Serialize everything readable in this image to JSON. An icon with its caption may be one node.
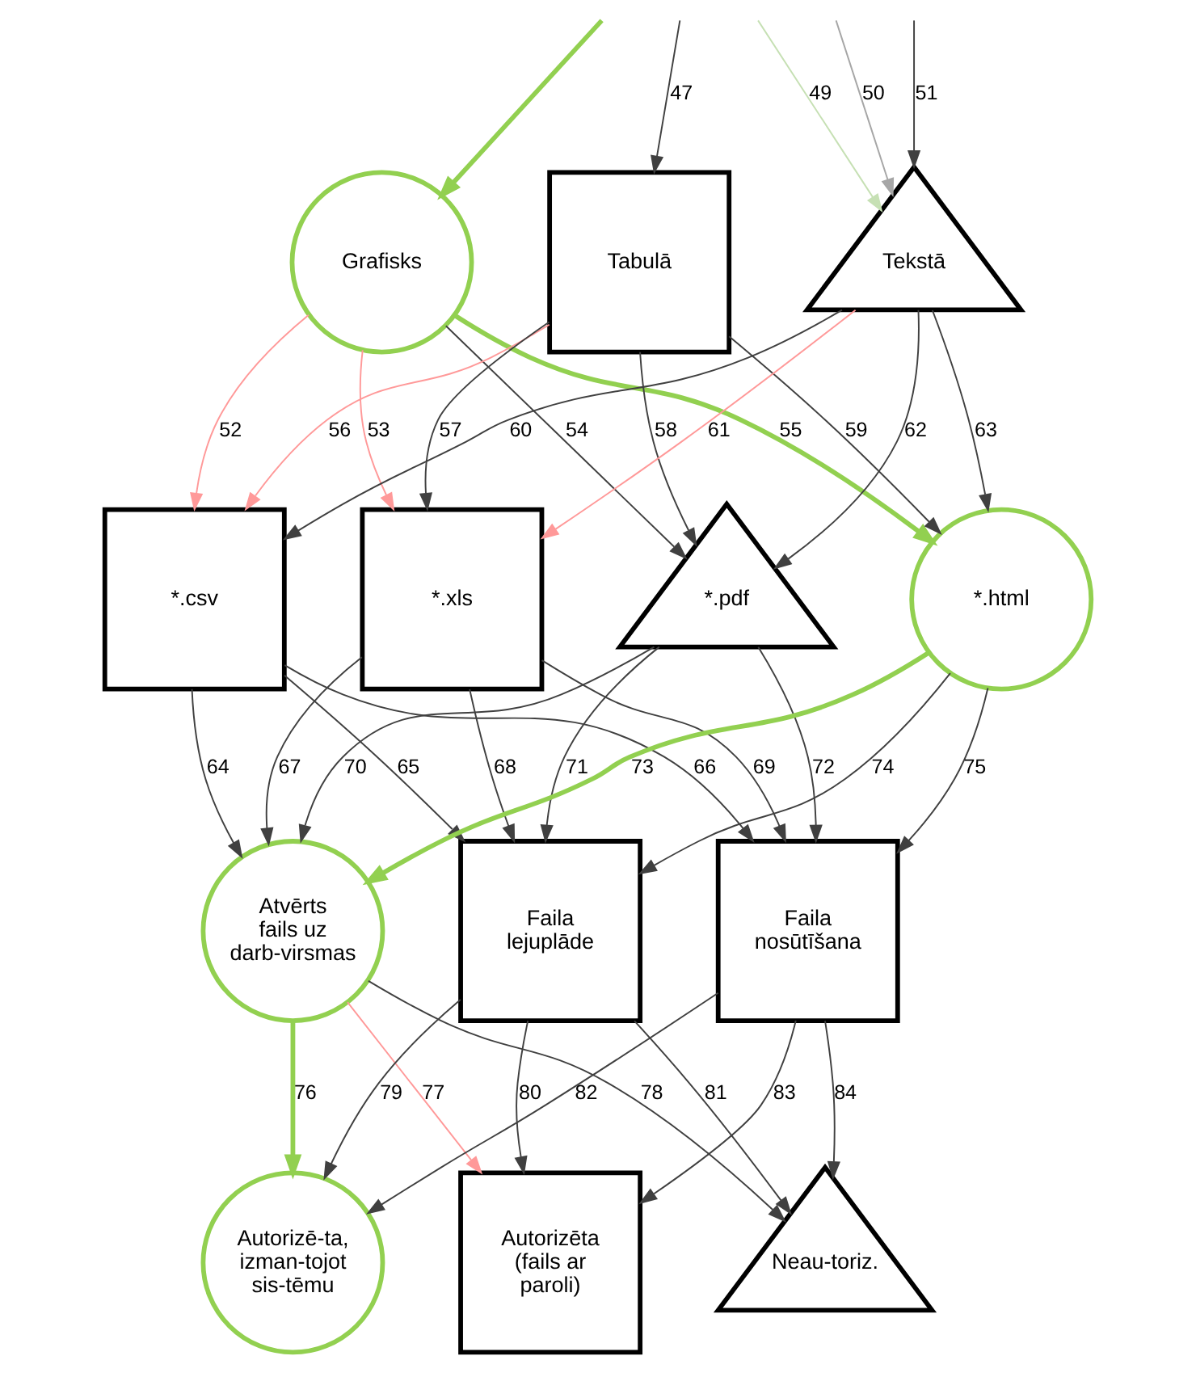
{
  "diagram": {
    "nodes": [
      {
        "text": [
          "Grafisks"
        ]
      },
      {
        "text": [
          "Tabulā"
        ]
      },
      {
        "text": [
          "Tekstā"
        ]
      },
      {
        "text": [
          "*.csv"
        ]
      },
      {
        "text": [
          "*.xls"
        ]
      },
      {
        "text": [
          "*.pdf"
        ]
      },
      {
        "text": [
          "*.html"
        ]
      },
      {
        "text": [
          "Atvērts fails uz darb-virsmas"
        ]
      },
      {
        "text": [
          "Faila lejuplāde"
        ]
      },
      {
        "text": [
          "Faila nosūtīšana"
        ]
      },
      {
        "text": [
          "Autorizē-ta, izman-tojot sis-tēmu"
        ]
      },
      {
        "text": [
          "Autorizēta (fails ar paroli)"
        ]
      },
      {
        "text": [
          "Neau-toriz."
        ]
      }
    ],
    "edges": [
      {
        "from": null,
        "to": 0,
        "arrow": "to",
        "style": "thick",
        "color": "#92d050"
      },
      {
        "from": null,
        "to": 1,
        "arrow": "to",
        "label": "47"
      },
      {
        "from": null,
        "to": 2,
        "arrow": "to",
        "label": "49",
        "color": "#c6e0b4"
      },
      {
        "from": null,
        "to": 2,
        "arrow": "to",
        "label": "50",
        "color": "#a6a6a6"
      },
      {
        "from": null,
        "to": 2,
        "arrow": "to",
        "label": "51"
      },
      {
        "from": 0,
        "to": 3,
        "arrow": "to",
        "label": "52",
        "color": "#ff9999"
      },
      {
        "from": 0,
        "to": 4,
        "arrow": "to",
        "label": "53",
        "color": "#ff9999"
      },
      {
        "from": 0,
        "to": 5,
        "arrow": "to",
        "label": "54"
      },
      {
        "from": 0,
        "to": 6,
        "arrow": "to",
        "label": "55",
        "style": "thick",
        "color": "#92d050"
      },
      {
        "from": 1,
        "to": 3,
        "arrow": "to",
        "label": "56",
        "color": "#ff9999"
      },
      {
        "from": 1,
        "to": 4,
        "arrow": "to",
        "label": "57"
      },
      {
        "from": 1,
        "to": 5,
        "arrow": "to",
        "label": "58"
      },
      {
        "from": 1,
        "to": 6,
        "arrow": "to",
        "label": "59"
      },
      {
        "from": 2,
        "to": 3,
        "arrow": "to",
        "label": "60"
      },
      {
        "from": 2,
        "to": 4,
        "arrow": "to",
        "label": "61",
        "color": "#ff9999"
      },
      {
        "from": 2,
        "to": 5,
        "arrow": "to",
        "label": "62"
      },
      {
        "from": 2,
        "to": 6,
        "arrow": "to",
        "label": "63"
      },
      {
        "from": 3,
        "to": 7,
        "arrow": "to",
        "label": "64"
      },
      {
        "from": 3,
        "to": 8,
        "arrow": "to",
        "label": "65"
      },
      {
        "from": 3,
        "to": 9,
        "arrow": "to",
        "label": "66"
      },
      {
        "from": 4,
        "to": 7,
        "arrow": "to",
        "label": "67"
      },
      {
        "from": 4,
        "to": 8,
        "arrow": "to",
        "label": "68"
      },
      {
        "from": 4,
        "to": 9,
        "arrow": "to",
        "label": "69"
      },
      {
        "from": 5,
        "to": 7,
        "arrow": "to",
        "label": "70"
      },
      {
        "from": 5,
        "to": 8,
        "arrow": "to",
        "label": "71"
      },
      {
        "from": 5,
        "to": 9,
        "arrow": "to",
        "label": "72"
      },
      {
        "from": 6,
        "to": 7,
        "arrow": "to",
        "label": "73",
        "style": "thick",
        "color": "#92d050"
      },
      {
        "from": 6,
        "to": 8,
        "arrow": "to",
        "label": "74"
      },
      {
        "from": 6,
        "to": 9,
        "arrow": "to",
        "label": "75"
      },
      {
        "from": 7,
        "to": 10,
        "arrow": "to",
        "label": "76",
        "style": "thick",
        "color": "#92d050"
      },
      {
        "from": 7,
        "to": 11,
        "arrow": "to",
        "label": "77",
        "color": "#ff9999"
      },
      {
        "from": 7,
        "to": 12,
        "arrow": "to",
        "label": "78"
      },
      {
        "from": 8,
        "to": 10,
        "arrow": "to",
        "label": "79"
      },
      {
        "from": 8,
        "to": 11,
        "arrow": "to",
        "label": "80"
      },
      {
        "from": 8,
        "to": 12,
        "arrow": "to",
        "label": "81"
      },
      {
        "from": 9,
        "to": 10,
        "arrow": "to",
        "label": "82"
      },
      {
        "from": 9,
        "to": 11,
        "arrow": "to",
        "label": "83"
      },
      {
        "from": 9,
        "to": 12,
        "arrow": "to",
        "label": "84"
      }
    ]
  }
}
